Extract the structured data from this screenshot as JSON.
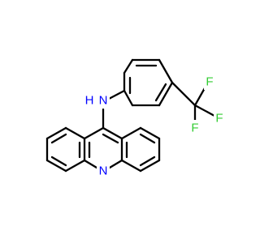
{
  "molecule": {
    "atoms": {
      "N_amine": {
        "label": "N",
        "color": "#0000ff"
      },
      "H_amine": {
        "label": "H",
        "color": "#0000ff"
      },
      "N_ring": {
        "label": "N",
        "color": "#0000ff"
      },
      "F1": {
        "label": "F",
        "color": "#33cc33"
      },
      "F2": {
        "label": "F",
        "color": "#33cc33"
      },
      "F3": {
        "label": "F",
        "color": "#33cc33"
      }
    },
    "bond_color": "#000000"
  }
}
